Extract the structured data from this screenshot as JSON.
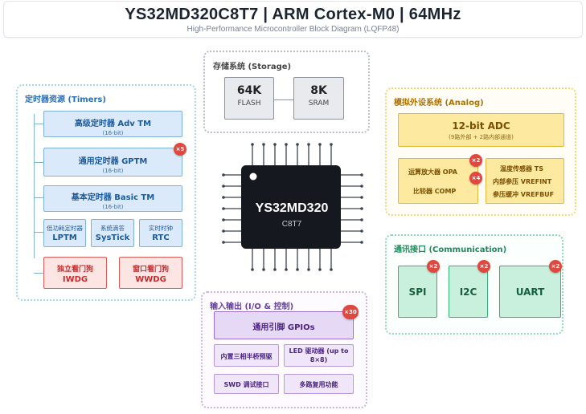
{
  "header": {
    "title": "YS32MD320C8T7 | ARM Cortex-M0 | 64MHz",
    "subtitle": "High-Performance Microcontroller Block Diagram (LQFP48)"
  },
  "chip": {
    "name": "YS32MD320",
    "variant": "C8T7"
  },
  "storage": {
    "title": "存储系统 (Storage)",
    "flash": {
      "size": "64K",
      "label": "FLASH"
    },
    "sram": {
      "size": "8K",
      "label": "SRAM"
    }
  },
  "timers": {
    "title": "定时器资源 (Timers)",
    "adv": {
      "label": "高级定时器 Adv TM",
      "bits": "(16-bit)"
    },
    "gptm": {
      "label": "通用定时器 GPTM",
      "bits": "(16-bit)",
      "count": "×5"
    },
    "basic": {
      "label": "基本定时器 Basic TM",
      "bits": "(16-bit)"
    },
    "lptm": {
      "label": "低功耗定时器",
      "name": "LPTM"
    },
    "systick": {
      "label": "系统滴答",
      "name": "SysTick"
    },
    "rtc": {
      "label": "实时时钟",
      "name": "RTC"
    },
    "iwdg": {
      "label": "独立看门狗",
      "name": "IWDG"
    },
    "wwdg": {
      "label": "窗口看门狗",
      "name": "WWDG"
    }
  },
  "analog": {
    "title": "模拟外设系统 (Analog)",
    "adc": {
      "label": "12-bit ADC",
      "desc": "(9路外部 + 2路内部通道)"
    },
    "opa": {
      "label": "运算放大器 OPA",
      "count": "×2"
    },
    "comp": {
      "label": "比较器 COMP",
      "count": "×4"
    },
    "ts": "温度传感器 TS",
    "vrefint": "内部参压 VREFINT",
    "vrefbuf": "参压缓冲 VREFBUF"
  },
  "comm": {
    "title": "通讯接口 (Communication)",
    "spi": {
      "label": "SPI",
      "count": "×2"
    },
    "i2c": {
      "label": "I2C",
      "count": "×2"
    },
    "uart": {
      "label": "UART",
      "count": "×2"
    }
  },
  "io": {
    "title": "输入输出 (I/O & 控制)",
    "gpio": {
      "label": "通用引脚 GPIOs",
      "count": "×30"
    },
    "predriver": "内置三相半桥预驱",
    "led": "LED 驱动器 (up to 8×8)",
    "swd": "SWD 调试接口",
    "mux": "多路复用功能"
  },
  "colors": {
    "timers": "#2a6fb5",
    "analog": "#b07100",
    "comm": "#1c8c5a",
    "io": "#6a3fa8",
    "badge": "#e0473f",
    "chip": "#15191f"
  }
}
